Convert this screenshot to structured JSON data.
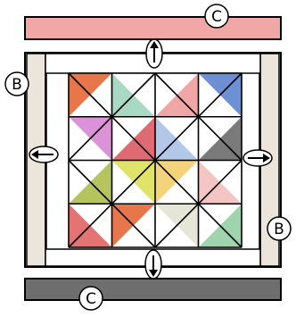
{
  "colors": {
    "strip_c_top": "#f2a7a7",
    "strip_c_bottom": "#6e6e6e",
    "side_b": "#ece5dc",
    "outline": "#000000",
    "background": "#ffffff",
    "orange": "#e7774a",
    "mint": "#a9d9c5",
    "pink": "#f0a6a6",
    "blue": "#6d8fd3",
    "magenta": "#dc92d6",
    "red": "#e06a72",
    "lightblue": "#b3c8e9",
    "gray": "#7a7a7a",
    "olive": "#b6c45e",
    "lime": "#dfe36a",
    "yellow": "#f4d37a",
    "rose": "#f3c5c5",
    "cream": "#e6e6d8",
    "green": "#9fd4ad",
    "coral": "#e47373"
  },
  "labels": {
    "top_strip": "C",
    "bottom_strip": "C",
    "left_side": "B",
    "right_side": "B"
  },
  "arrows": {
    "top": "up-arrow-icon",
    "bottom": "down-arrow-icon",
    "left": "left-arrow-icon",
    "right": "right-arrow-icon"
  },
  "pieces": [
    {
      "color": "orange",
      "pts": [
        [
          0,
          0
        ],
        [
          1,
          0
        ],
        [
          0,
          1
        ]
      ]
    },
    {
      "color": "mint",
      "pts": [
        [
          1,
          0
        ],
        [
          2,
          1
        ],
        [
          1,
          1
        ]
      ]
    },
    {
      "color": "pink",
      "pts": [
        [
          2,
          1
        ],
        [
          3,
          0
        ],
        [
          3,
          1
        ]
      ]
    },
    {
      "color": "blue",
      "pts": [
        [
          3,
          0
        ],
        [
          4,
          0
        ],
        [
          4,
          1
        ]
      ]
    },
    {
      "color": "magenta",
      "pts": [
        [
          0,
          1
        ],
        [
          1,
          1
        ],
        [
          1,
          2
        ]
      ]
    },
    {
      "color": "red",
      "pts": [
        [
          1,
          2
        ],
        [
          2,
          1
        ],
        [
          2,
          2
        ]
      ]
    },
    {
      "color": "lightblue",
      "pts": [
        [
          2,
          1
        ],
        [
          3,
          2
        ],
        [
          2,
          2
        ]
      ]
    },
    {
      "color": "gray",
      "pts": [
        [
          3,
          2
        ],
        [
          4,
          1
        ],
        [
          4,
          2
        ]
      ]
    },
    {
      "color": "olive",
      "pts": [
        [
          0,
          3
        ],
        [
          1,
          2
        ],
        [
          1,
          3
        ]
      ]
    },
    {
      "color": "lime",
      "pts": [
        [
          1,
          2
        ],
        [
          2,
          2
        ],
        [
          2,
          3
        ]
      ]
    },
    {
      "color": "yellow",
      "pts": [
        [
          2,
          2
        ],
        [
          3,
          2
        ],
        [
          2,
          3
        ]
      ]
    },
    {
      "color": "rose",
      "pts": [
        [
          3,
          2
        ],
        [
          4,
          3
        ],
        [
          3,
          3
        ]
      ]
    },
    {
      "color": "coral",
      "pts": [
        [
          0,
          3
        ],
        [
          1,
          4
        ],
        [
          0,
          4
        ]
      ]
    },
    {
      "color": "orange",
      "pts": [
        [
          1,
          3
        ],
        [
          2,
          3
        ],
        [
          1,
          4
        ]
      ]
    },
    {
      "color": "cream",
      "pts": [
        [
          2,
          3
        ],
        [
          3,
          3
        ],
        [
          3,
          4
        ]
      ]
    },
    {
      "color": "green",
      "pts": [
        [
          4,
          3
        ],
        [
          4,
          4
        ],
        [
          3,
          4
        ]
      ]
    }
  ]
}
